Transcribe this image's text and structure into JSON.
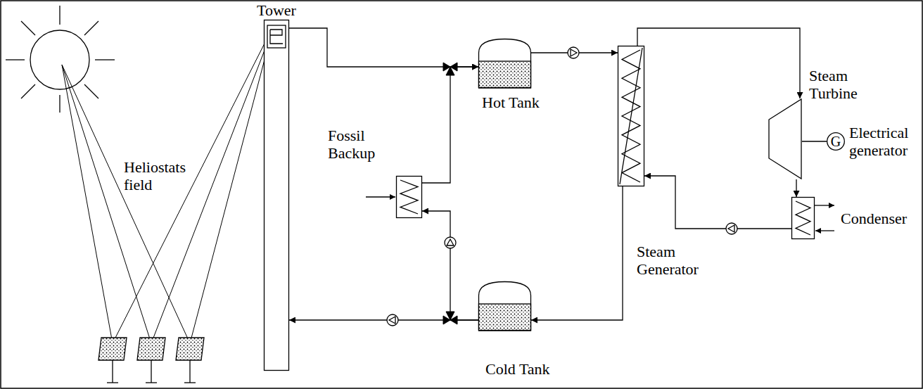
{
  "diagram": {
    "nodes": [
      {
        "text": [
          "Tower"
        ]
      },
      {
        "text": [
          "Fossil Backup"
        ]
      },
      {
        "text": [
          "Hot Tank"
        ]
      },
      {
        "text": [
          "Steam Turbine"
        ]
      },
      {
        "text": [
          "G",
          "Electrical generator"
        ]
      },
      {
        "text": [
          "Condenser"
        ]
      },
      {
        "text": [
          "Steam Generator"
        ]
      },
      {
        "text": [
          "Cold Tank"
        ]
      }
    ],
    "edges": [
      {
        "from": 0,
        "to": 2,
        "arrow": "to"
      },
      {
        "from": 1,
        "to": 2,
        "arrow": "to"
      },
      {
        "from": 2,
        "to": 6,
        "arrow": "to"
      },
      {
        "from": 6,
        "to": 3,
        "arrow": "to"
      },
      {
        "from": 3,
        "to": 4,
        "arrow": "none"
      },
      {
        "from": 3,
        "to": 5,
        "arrow": "to"
      },
      {
        "from": 5,
        "to": 6,
        "arrow": "to"
      },
      {
        "from": 6,
        "to": 7,
        "arrow": "to"
      },
      {
        "from": 7,
        "to": 0,
        "arrow": "to"
      },
      {
        "from": 7,
        "to": 1,
        "arrow": "to"
      }
    ],
    "labels": [
      "Heliostats field"
    ]
  }
}
